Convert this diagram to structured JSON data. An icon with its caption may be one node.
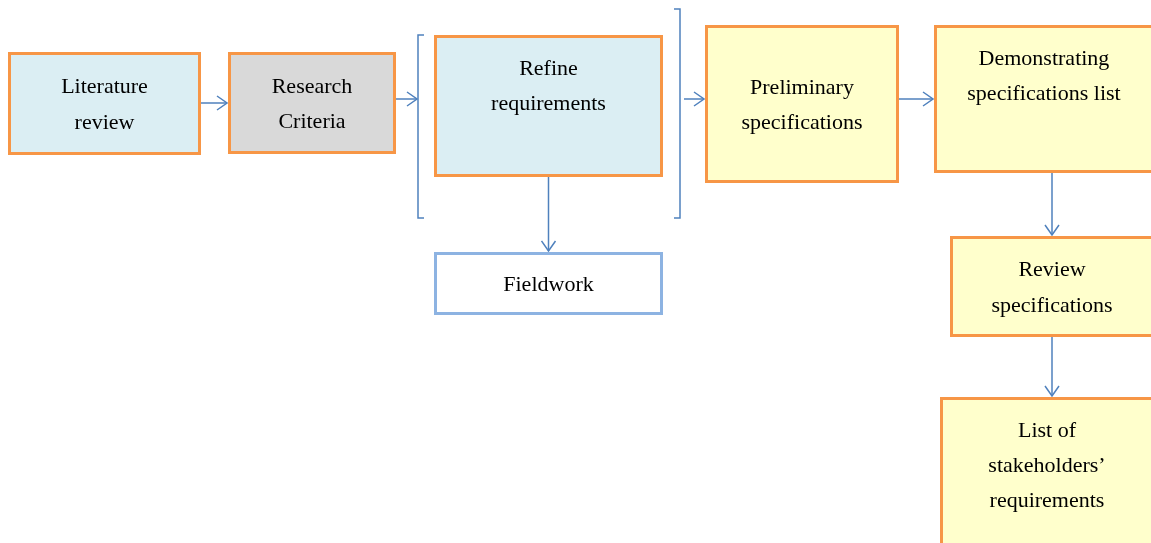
{
  "diagram": {
    "nodes": [
      {
        "text": [
          "Literature review"
        ]
      },
      {
        "text": [
          "Research Criteria"
        ]
      },
      {
        "text": [
          "Refine requirements"
        ]
      },
      {
        "text": [
          "Preliminary specifications"
        ]
      },
      {
        "text": [
          "Demonstrating specifications list"
        ]
      },
      {
        "text": [
          "Fieldwork"
        ]
      },
      {
        "text": [
          "Review specifications"
        ]
      },
      {
        "text": [
          "List of stakeholders’ requirements"
        ]
      }
    ],
    "edges": [
      {
        "from": 0,
        "to": 1,
        "arrow": "to"
      },
      {
        "from": 1,
        "to": 2,
        "arrow": "to"
      },
      {
        "from": 2,
        "to": 3,
        "arrow": "to"
      },
      {
        "from": 3,
        "to": 4,
        "arrow": "to"
      },
      {
        "from": 2,
        "to": 5,
        "arrow": "to"
      },
      {
        "from": 4,
        "to": 6,
        "arrow": "to"
      },
      {
        "from": 6,
        "to": 7,
        "arrow": "to"
      }
    ]
  }
}
